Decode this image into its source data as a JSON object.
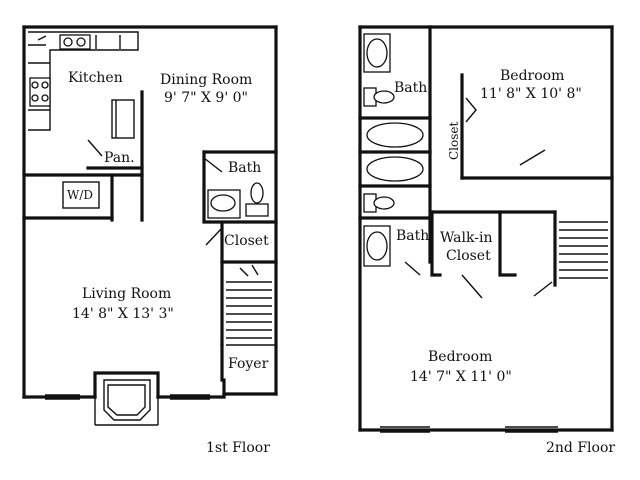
{
  "floors": {
    "first": {
      "caption": "1st Floor",
      "rooms": {
        "kitchen": "Kitchen",
        "dining": "Dining Room",
        "dining_dims": "9' 7\" X 9' 0\"",
        "pantry": "Pan.",
        "laundry": "W/D",
        "bath": "Bath",
        "closet": "Closet",
        "living": "Living Room",
        "living_dims": "14' 8\" X 13' 3\"",
        "foyer": "Foyer"
      }
    },
    "second": {
      "caption": "2nd Floor",
      "rooms": {
        "bath_top": "Bath",
        "bedroom_top": "Bedroom",
        "bedroom_top_dims": "11' 8\" X 10' 8\"",
        "closet": "Closet",
        "bath_bottom": "Bath",
        "walkin_line1": "Walk-in",
        "walkin_line2": "Closet",
        "bedroom_main": "Bedroom",
        "bedroom_main_dims": "14' 7\" X 11' 0\""
      }
    }
  }
}
